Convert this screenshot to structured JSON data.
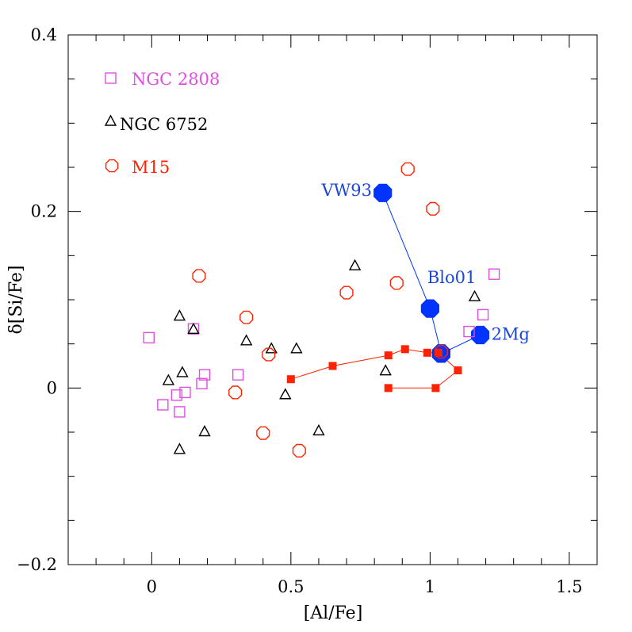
{
  "chart_data": {
    "type": "scatter",
    "xlabel": "[Al/Fe]",
    "ylabel": "δ[Si/Fe]",
    "xlim": [
      -0.3,
      1.6
    ],
    "ylim": [
      -0.2,
      0.4
    ],
    "xticks": [
      0,
      0.5,
      1,
      1.5
    ],
    "xtick_labels": [
      "0",
      "0.5",
      "1",
      "1.5"
    ],
    "xminor_step": 0.1,
    "yticks": [
      -0.2,
      0,
      0.2,
      0.4
    ],
    "ytick_labels": [
      "−0.2",
      "0",
      "0.2",
      "0.4"
    ],
    "yminor_step": 0.05,
    "grid": false,
    "legend": "top-left",
    "colors": {
      "ngc2808": "#e04ee0",
      "ngc6752": "#000000",
      "m15": "#ff2200",
      "model_blue": "#0033ff",
      "model_red": "#ff2200"
    },
    "series": [
      {
        "name": "NGC 2808",
        "marker": "open-square",
        "x": [
          -0.01,
          0.04,
          0.09,
          0.1,
          0.12,
          0.15,
          0.18,
          0.19,
          0.31,
          1.14,
          1.19,
          1.23
        ],
        "y": [
          0.057,
          -0.019,
          -0.008,
          -0.027,
          -0.005,
          0.067,
          0.005,
          0.015,
          0.015,
          0.064,
          0.083,
          0.129
        ]
      },
      {
        "name": "NGC 6752",
        "marker": "open-triangle",
        "x": [
          0.06,
          0.1,
          0.1,
          0.11,
          0.15,
          0.19,
          0.34,
          0.43,
          0.52,
          0.48,
          0.6,
          0.73,
          0.84,
          1.16
        ],
        "y": [
          0.008,
          0.081,
          -0.07,
          0.017,
          0.066,
          -0.05,
          0.053,
          0.044,
          0.044,
          -0.008,
          -0.049,
          0.138,
          0.019,
          0.103
        ]
      },
      {
        "name": "M15",
        "marker": "open-octagon",
        "x": [
          0.17,
          0.34,
          0.3,
          0.42,
          0.4,
          0.53,
          0.7,
          0.88,
          0.92,
          1.01,
          1.04
        ],
        "y": [
          0.127,
          0.08,
          -0.005,
          0.038,
          -0.051,
          -0.071,
          0.108,
          0.119,
          0.248,
          0.203,
          0.041
        ]
      }
    ],
    "model_tracks": [
      {
        "marker": "filled-octagon",
        "line": "blue",
        "x": [
          0.83,
          1.0,
          1.04
        ],
        "y": [
          0.221,
          0.09,
          0.039
        ]
      },
      {
        "marker": "filled-octagon",
        "line": "blue",
        "x": [
          1.04,
          1.18
        ],
        "y": [
          0.039,
          0.06
        ]
      },
      {
        "marker": "filled-square",
        "line": "red",
        "x": [
          0.5,
          0.65,
          0.85,
          0.91,
          0.99,
          1.03,
          1.1,
          1.02,
          0.85
        ],
        "y": [
          0.01,
          0.025,
          0.037,
          0.044,
          0.04,
          0.04,
          0.02,
          0.0,
          0.0
        ]
      }
    ],
    "annotations": [
      {
        "text": "VW93",
        "x": 0.61,
        "y": 0.224
      },
      {
        "text": "Blo01",
        "x": 0.99,
        "y": 0.125
      },
      {
        "text": "2Mg",
        "x": 1.22,
        "y": 0.061
      }
    ]
  }
}
